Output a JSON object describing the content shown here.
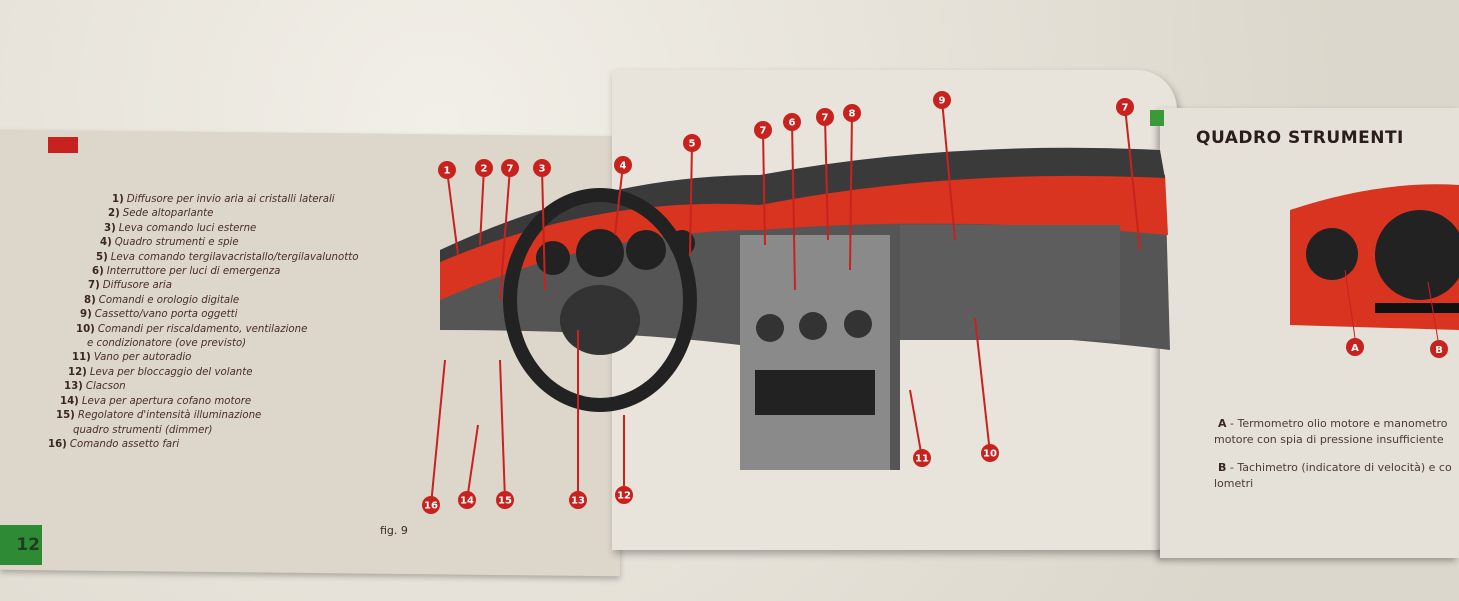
{
  "left_page": {
    "page_number": "12",
    "figure_label": "fig. 9",
    "legend": [
      {
        "n": "1)",
        "text": "Diffusore per invio aria ai cristalli laterali"
      },
      {
        "n": "2)",
        "text": "Sede altoparlante"
      },
      {
        "n": "3)",
        "text": "Leva comando luci esterne"
      },
      {
        "n": "4)",
        "text": "Quadro strumenti e spie"
      },
      {
        "n": "5)",
        "text": "Leva comando tergilavacristallo/tergilavalunotto"
      },
      {
        "n": "6)",
        "text": "Interruttore per luci di emergenza"
      },
      {
        "n": "7)",
        "text": "Diffusore aria"
      },
      {
        "n": "8)",
        "text": "Comandi e orologio digitale"
      },
      {
        "n": "9)",
        "text": "Cassetto/vano porta oggetti"
      },
      {
        "n": "10)",
        "text": "Comandi per riscaldamento, ventilazione"
      },
      {
        "n": "",
        "text": "e condizionatore (ove previsto)"
      },
      {
        "n": "11)",
        "text": "Vano per autoradio"
      },
      {
        "n": "12)",
        "text": "Leva per bloccaggio del volante"
      },
      {
        "n": "13)",
        "text": "Clacson"
      },
      {
        "n": "14)",
        "text": "Leva per apertura cofano motore"
      },
      {
        "n": "15)",
        "text": "Regolatore d'intensità illuminazione"
      },
      {
        "n": "",
        "text": "quadro strumenti (dimmer)"
      },
      {
        "n": "16)",
        "text": "Comando assetto fari"
      }
    ]
  },
  "diagram": {
    "callouts_top": [
      "1",
      "2",
      "7",
      "3",
      "4",
      "5",
      "7",
      "6",
      "7",
      "8",
      "9",
      "7"
    ],
    "callouts_bottom": [
      "16",
      "14",
      "15",
      "13",
      "12",
      "11",
      "10"
    ]
  },
  "right_page": {
    "title": "QUADRO STRUMENTI",
    "callouts": [
      "A",
      "B"
    ],
    "item_a_key": "A",
    "item_a_text": " - Termometro olio motore e manometro",
    "item_a_cont": "motore con spia di pressione insufficiente",
    "item_b_key": "B",
    "item_b_text": " - Tachimetro (indicatore di velocità) e co",
    "item_b_cont": "lometri"
  },
  "colors": {
    "accent_red": "#c8221f",
    "green": "#2f8a35",
    "paper": "#e8e3db"
  }
}
